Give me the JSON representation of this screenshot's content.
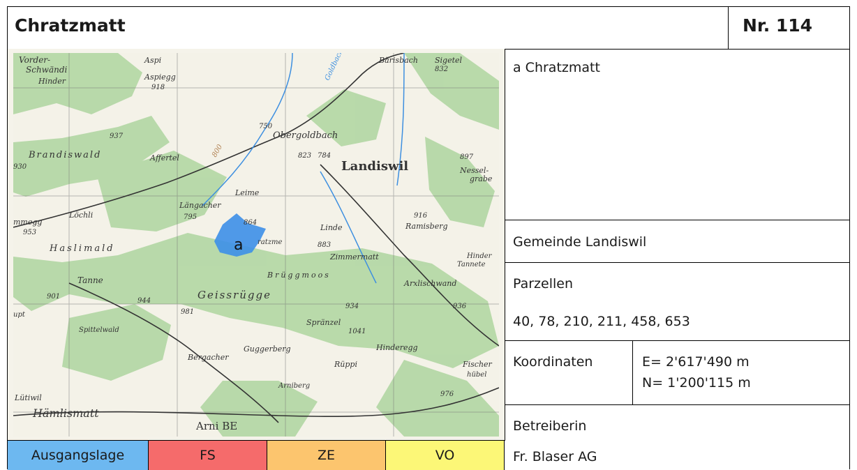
{
  "header": {
    "title": "Chratzmatt",
    "number": "Nr. 114"
  },
  "map": {
    "marker_label": "a",
    "place_labels": [
      "Vorder-",
      "Schwändi",
      "Hinder",
      "Aspi",
      "Aspiegg",
      "918",
      "Bärisbach",
      "Sigetel",
      "832",
      "750",
      "Obergoldbach",
      "937",
      "Brandiswald",
      "930",
      "Affertel",
      "823",
      "784",
      "Landiswil",
      "897",
      "Nessel-",
      "grabe",
      "Leime",
      "Längacher",
      "mmegg",
      "Löchli",
      "795",
      "864",
      "Linde",
      "916",
      "Ramisberg",
      "953",
      "Haslimald",
      "ratzme",
      "883",
      "Zimmermatt",
      "Hinder",
      "Tannete",
      "Tanne",
      "Brüggmoos",
      "Arxlischwand",
      "901",
      "Geissrügge",
      "944",
      "981",
      "934",
      "936",
      "upt",
      "Spittelwald",
      "Spränzel",
      "1041",
      "Guggerberg",
      "Hinderegg",
      "Bergacher",
      "Rüppi",
      "Fischer",
      "hübel",
      "Lütiwil",
      "Arniberg",
      "976",
      "Hämlismatt",
      "Arni BE",
      "Goldbach",
      "800"
    ]
  },
  "legend": [
    {
      "label": "Ausgangslage",
      "color": "#6db8f0"
    },
    {
      "label": "FS",
      "color": "#f56b6b"
    },
    {
      "label": "ZE",
      "color": "#fcc56e"
    },
    {
      "label": "VO",
      "color": "#fcf777"
    }
  ],
  "details": {
    "location": "a  Chratzmatt",
    "municipality": "Gemeinde Landiswil",
    "parcels_label": "Parzellen",
    "parcels_value": "40, 78, 210, 211, 458, 653",
    "coordinates_label": "Koordinaten",
    "coordinate_e": "E= 2'617'490 m",
    "coordinate_n": "N= 1'200'115 m",
    "operator_label": "Betreiberin",
    "operator_value": "Fr. Blaser AG"
  }
}
